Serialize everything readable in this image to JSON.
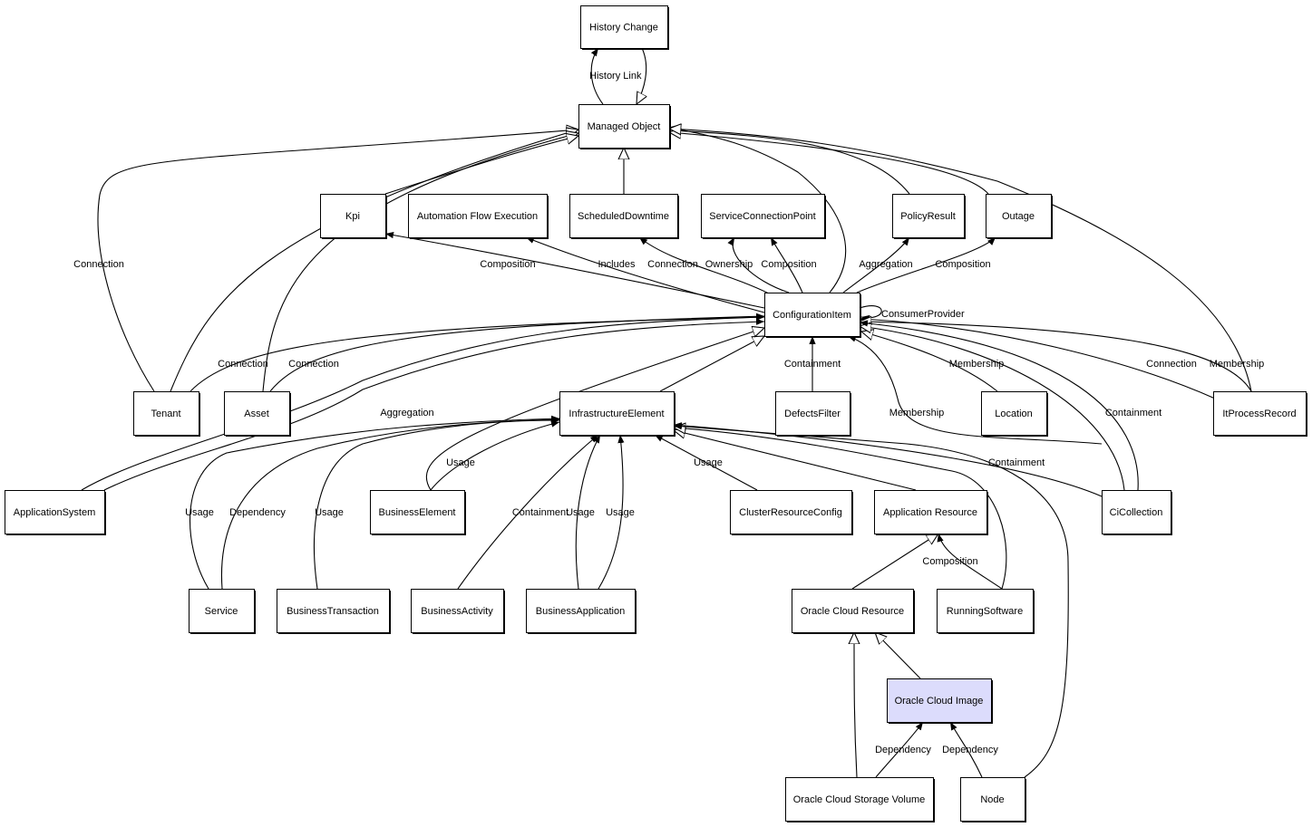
{
  "diagram": {
    "type": "uml-class-relationship",
    "highlighted_node": "oracle-cloud-image",
    "nodes": [
      {
        "id": "history-change",
        "label": "History Change"
      },
      {
        "id": "managed-object",
        "label": "Managed Object"
      },
      {
        "id": "kpi",
        "label": "Kpi"
      },
      {
        "id": "automation-flow-execution",
        "label": "Automation Flow Execution"
      },
      {
        "id": "scheduled-downtime",
        "label": "ScheduledDowntime"
      },
      {
        "id": "service-connection-point",
        "label": "ServiceConnectionPoint"
      },
      {
        "id": "policy-result",
        "label": "PolicyResult"
      },
      {
        "id": "outage",
        "label": "Outage"
      },
      {
        "id": "configuration-item",
        "label": "ConfigurationItem"
      },
      {
        "id": "tenant",
        "label": "Tenant"
      },
      {
        "id": "asset",
        "label": "Asset"
      },
      {
        "id": "infrastructure-element",
        "label": "InfrastructureElement"
      },
      {
        "id": "defects-filter",
        "label": "DefectsFilter"
      },
      {
        "id": "location",
        "label": "Location"
      },
      {
        "id": "it-process-record",
        "label": "ItProcessRecord"
      },
      {
        "id": "application-system",
        "label": "ApplicationSystem"
      },
      {
        "id": "business-element",
        "label": "BusinessElement"
      },
      {
        "id": "cluster-resource-config",
        "label": "ClusterResourceConfig"
      },
      {
        "id": "application-resource",
        "label": "Application Resource"
      },
      {
        "id": "ci-collection",
        "label": "CiCollection"
      },
      {
        "id": "service",
        "label": "Service"
      },
      {
        "id": "business-transaction",
        "label": "BusinessTransaction"
      },
      {
        "id": "business-activity",
        "label": "BusinessActivity"
      },
      {
        "id": "business-application",
        "label": "BusinessApplication"
      },
      {
        "id": "oracle-cloud-resource",
        "label": "Oracle Cloud Resource"
      },
      {
        "id": "running-software",
        "label": "RunningSoftware"
      },
      {
        "id": "oracle-cloud-image",
        "label": "Oracle Cloud Image"
      },
      {
        "id": "oracle-cloud-storage-volume",
        "label": "Oracle Cloud Storage Volume"
      },
      {
        "id": "node",
        "label": "Node"
      }
    ],
    "edge_labels": [
      "History Link",
      "Connection",
      "Composition",
      "Includes",
      "Connection",
      "Ownership",
      "Composition",
      "Aggregation",
      "Composition",
      "ConsumerProvider",
      "Connection",
      "Connection",
      "Containment",
      "Membership",
      "Connection",
      "Membership",
      "Aggregation",
      "Membership",
      "Containment",
      "Usage",
      "Dependency",
      "Usage",
      "Usage",
      "Containment",
      "Usage",
      "Usage",
      "Usage",
      "Containment",
      "Composition",
      "Dependency",
      "Dependency"
    ]
  }
}
